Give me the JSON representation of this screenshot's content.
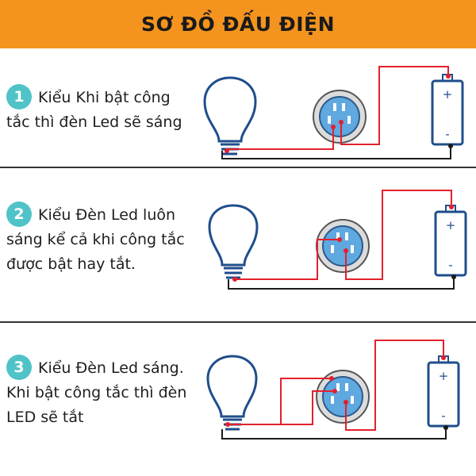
{
  "header": {
    "title": "SƠ ĐỒ ĐẤU ĐIỆN"
  },
  "colors": {
    "banner": "#f4941e",
    "badge": "#4fc3c8",
    "outline": "#1f4e8c",
    "wire_red": "#e3202c",
    "wire_black": "#1a1a1a",
    "switch_blue": "#5fa8e0"
  },
  "sections": [
    {
      "number": "1",
      "line1": "Kiểu Khi bật công",
      "line2": "tắc thì đèn Led sẽ sáng",
      "line3": "",
      "battery": {
        "plus": "+",
        "minus": "-"
      }
    },
    {
      "number": "2",
      "line1": "Kiểu Đèn Led luôn",
      "line2": "sáng kể cả khi công tắc",
      "line3": "được bật hay tắt.",
      "battery": {
        "plus": "+",
        "minus": "-"
      }
    },
    {
      "number": "3",
      "line1": "Kiểu Đèn Led sáng.",
      "line2": "Khi bật công tắc thì đèn",
      "line3": "LED sẽ tắt",
      "battery": {
        "plus": "+",
        "minus": "-"
      }
    }
  ]
}
